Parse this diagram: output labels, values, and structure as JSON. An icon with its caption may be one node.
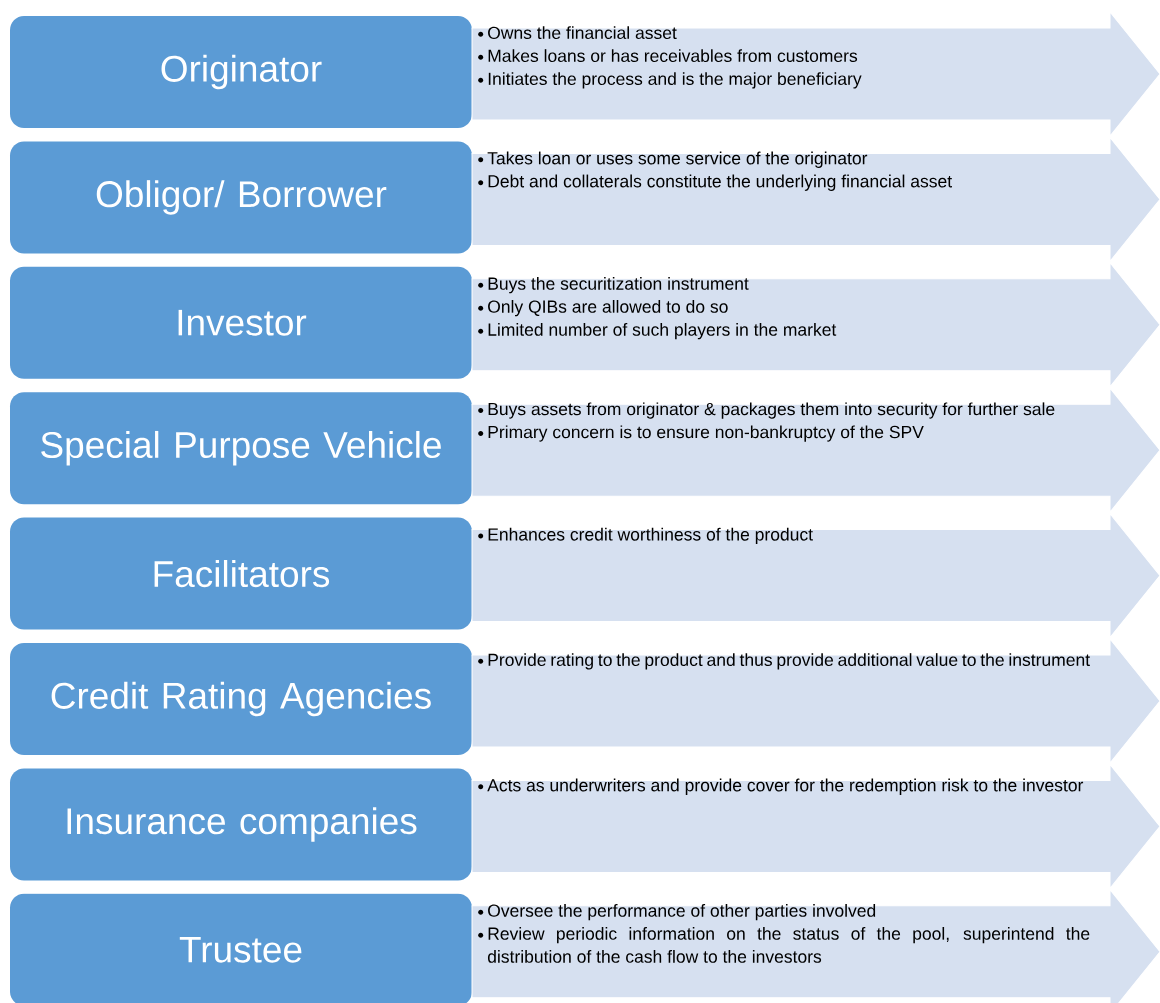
{
  "diagram": {
    "nodes": [
      {
        "text": [
          "Originator"
        ]
      },
      {
        "text": [
          "Owns the financial asset",
          "Makes loans or has receivables from customers",
          "Initiates the process and is the major beneficiary"
        ]
      },
      {
        "text": [
          "Obligor/ Borrower"
        ]
      },
      {
        "text": [
          "Takes loan or uses some service of the originator",
          "Debt and collaterals constitute the underlying financial asset"
        ]
      },
      {
        "text": [
          "Investor"
        ]
      },
      {
        "text": [
          "Buys the securitization instrument",
          "Only  QIBs are allowed to do so",
          "Limited number of such players in the market"
        ]
      },
      {
        "text": [
          "Special Purpose Vehicle"
        ]
      },
      {
        "text": [
          "Buys assets from originator & packages them into security for further sale",
          "Primary concern is to ensure non-bankruptcy of the SPV"
        ]
      },
      {
        "text": [
          "Facilitators"
        ]
      },
      {
        "text": [
          "Enhances credit worthiness of the product"
        ]
      },
      {
        "text": [
          "Credit Rating Agencies"
        ]
      },
      {
        "text": [
          "Provide rating to the product and thus provide additional value to the instrument"
        ]
      },
      {
        "text": [
          "Insurance companies"
        ]
      },
      {
        "text": [
          "Acts as underwriters and provide cover for the redemption risk to the investor"
        ]
      },
      {
        "text": [
          "Trustee"
        ]
      },
      {
        "text": [
          "Oversee the performance of other parties involved",
          "Review periodic information on the status of the pool, superintend the distribution of the cash flow to the investors"
        ]
      }
    ]
  }
}
